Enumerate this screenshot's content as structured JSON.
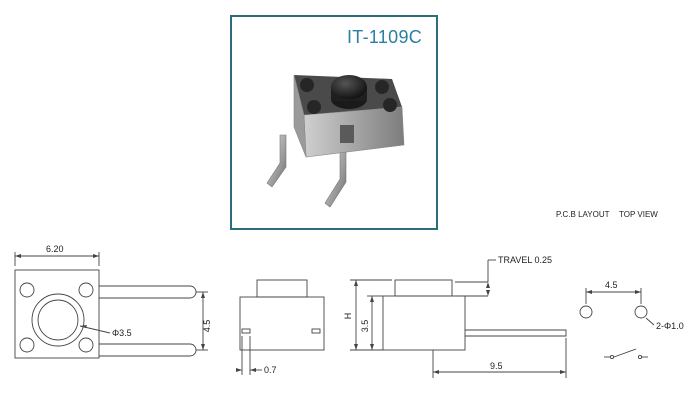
{
  "product": {
    "model": "IT-1109C"
  },
  "labels": {
    "pcb_layout": "P.C.B LAYOUT",
    "top_view": "TOP VIEW",
    "travel": "TRAVEL 0.25"
  },
  "dimensions": {
    "width": "6.20",
    "height_side": "4.5",
    "button_dia": "Φ3.5",
    "pin_pitch": "0.7",
    "body_height": "3.5",
    "total_height": "H",
    "pin_length": "9.5",
    "pcb_spacing": "4.5",
    "hole_dia": "2-Φ1.0"
  },
  "colors": {
    "title_blue": "#2a7fa6",
    "frame": "#2a6e7c",
    "line": "#444444"
  }
}
